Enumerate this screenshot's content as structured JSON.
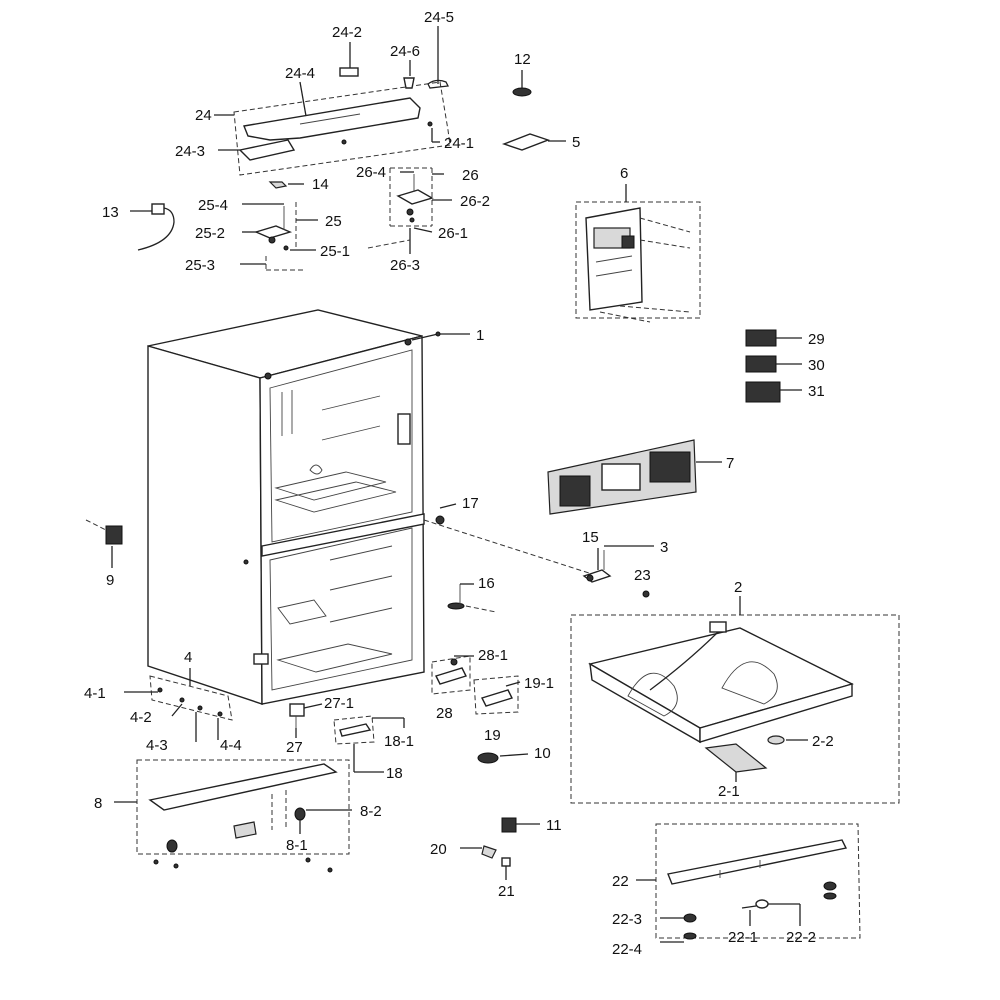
{
  "labels": {
    "l1": "1",
    "l2": "2",
    "l2_1": "2-1",
    "l2_2": "2-2",
    "l3": "3",
    "l4": "4",
    "l4_1": "4-1",
    "l4_2": "4-2",
    "l4_3": "4-3",
    "l4_4": "4-4",
    "l5": "5",
    "l6": "6",
    "l7": "7",
    "l8": "8",
    "l8_1": "8-1",
    "l8_2": "8-2",
    "l9": "9",
    "l10": "10",
    "l11": "11",
    "l12": "12",
    "l13": "13",
    "l14": "14",
    "l15": "15",
    "l16": "16",
    "l17": "17",
    "l18": "18",
    "l18_1": "18-1",
    "l19": "19",
    "l19_1": "19-1",
    "l20": "20",
    "l21": "21",
    "l22": "22",
    "l22_1": "22-1",
    "l22_2": "22-2",
    "l22_3": "22-3",
    "l22_4": "22-4",
    "l23": "23",
    "l24": "24",
    "l24_1": "24-1",
    "l24_2": "24-2",
    "l24_3": "24-3",
    "l24_4": "24-4",
    "l24_5": "24-5",
    "l24_6": "24-6",
    "l25": "25",
    "l25_1": "25-1",
    "l25_2": "25-2",
    "l25_3": "25-3",
    "l25_4": "25-4",
    "l26": "26",
    "l26_1": "26-1",
    "l26_2": "26-2",
    "l26_3": "26-3",
    "l26_4": "26-4",
    "l27": "27",
    "l27_1": "27-1",
    "l28": "28",
    "l28_1": "28-1",
    "l29": "29",
    "l30": "30",
    "l31": "31"
  }
}
